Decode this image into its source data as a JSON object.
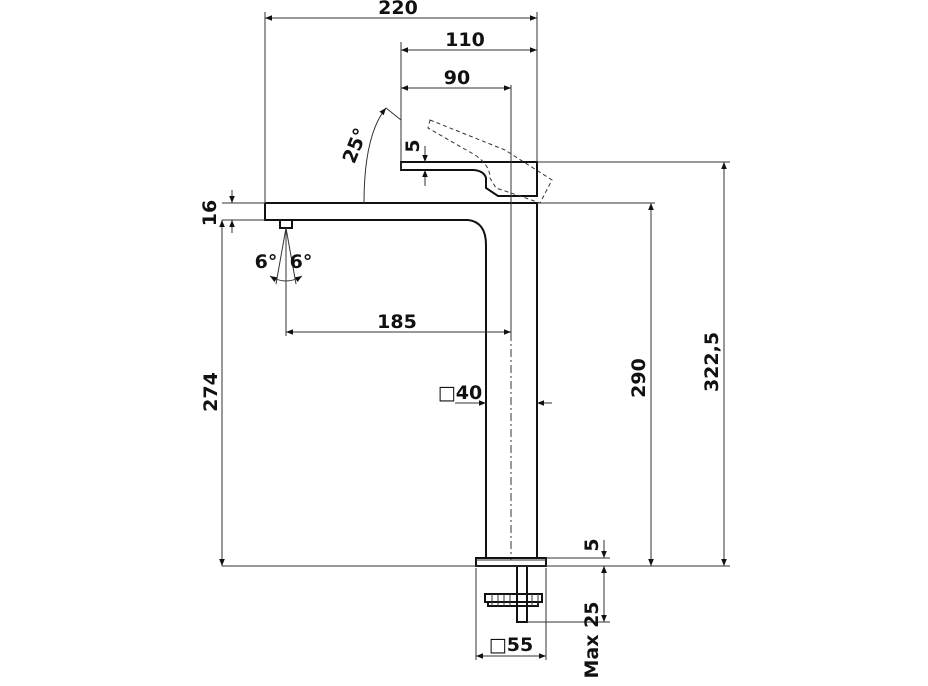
{
  "dimensions": {
    "overall_reach": "220",
    "lever_reach": "110",
    "lever_length": "90",
    "lever_height": "5",
    "lever_angle": "25°",
    "spout_height": "16",
    "spray_angle_left": "6°",
    "spray_angle_right": "6°",
    "spout_reach": "185",
    "height_to_spout": "274",
    "body_section": "□40",
    "height_to_top": "290",
    "overall_height": "322,5",
    "base_thickness": "5",
    "base_section": "□55",
    "max_deck_thickness": "Max 25"
  }
}
